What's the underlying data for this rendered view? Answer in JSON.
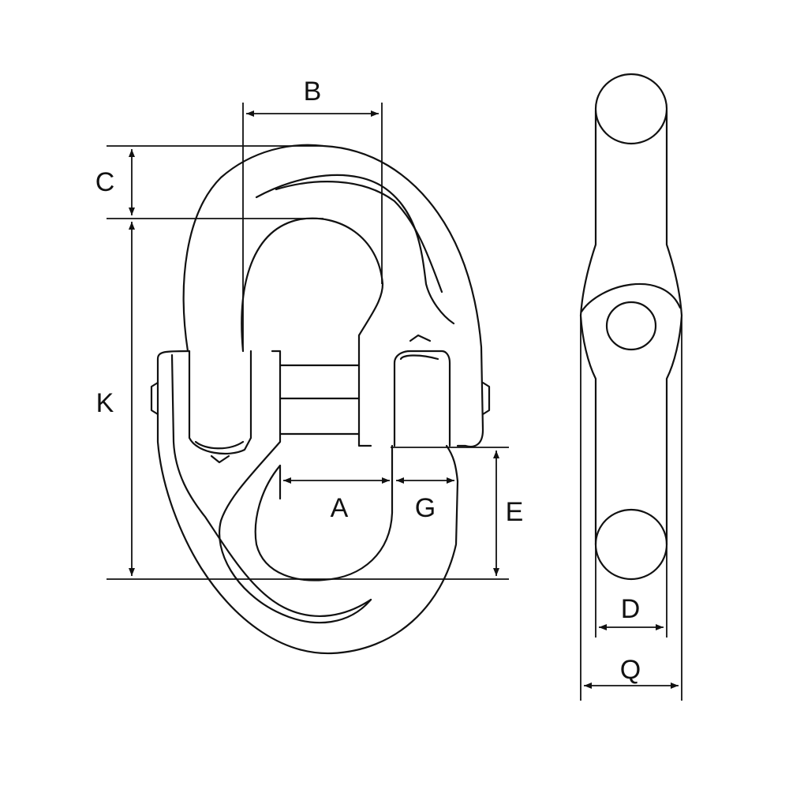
{
  "diagram": {
    "type": "technical-drawing",
    "subject": "coupling link / connecting link",
    "views": [
      "front-view",
      "side-view"
    ],
    "dimension_labels": {
      "B": "B",
      "C": "C",
      "K": "K",
      "A": "A",
      "G": "G",
      "E": "E",
      "D": "D",
      "Q": "Q"
    },
    "colors": {
      "line": "#111111",
      "background": "#ffffff"
    }
  }
}
